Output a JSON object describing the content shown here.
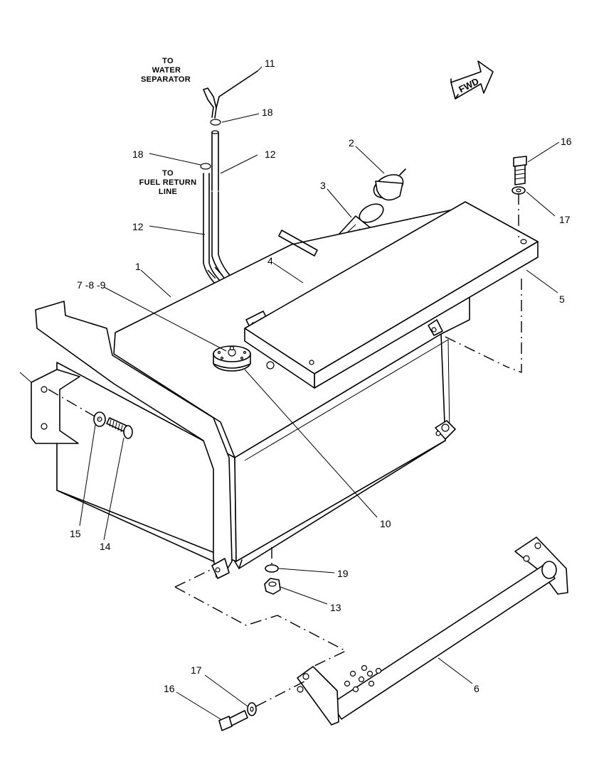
{
  "annotations": {
    "to_water_separator": [
      "TO",
      "WATER",
      "SEPARATOR"
    ],
    "to_fuel_return_line": [
      "TO",
      "FUEL RETURN",
      "LINE"
    ],
    "fwd": "FWD"
  },
  "callouts": [
    {
      "id": "c11a",
      "label": "11"
    },
    {
      "id": "c18a",
      "label": "18"
    },
    {
      "id": "c18b",
      "label": "18"
    },
    {
      "id": "c12a",
      "label": "12"
    },
    {
      "id": "c12b",
      "label": "12"
    },
    {
      "id": "c2",
      "label": "2"
    },
    {
      "id": "c3",
      "label": "3"
    },
    {
      "id": "c16a",
      "label": "16"
    },
    {
      "id": "c17a",
      "label": "17"
    },
    {
      "id": "c1",
      "label": "1"
    },
    {
      "id": "c789",
      "label": "7 -8 -9"
    },
    {
      "id": "c4",
      "label": "4"
    },
    {
      "id": "c5",
      "label": "5"
    },
    {
      "id": "c10",
      "label": "10"
    },
    {
      "id": "c15",
      "label": "15"
    },
    {
      "id": "c14",
      "label": "14"
    },
    {
      "id": "c19",
      "label": "19"
    },
    {
      "id": "c13",
      "label": "13"
    },
    {
      "id": "c6",
      "label": "6"
    },
    {
      "id": "c17b",
      "label": "17"
    },
    {
      "id": "c16b",
      "label": "16"
    }
  ]
}
